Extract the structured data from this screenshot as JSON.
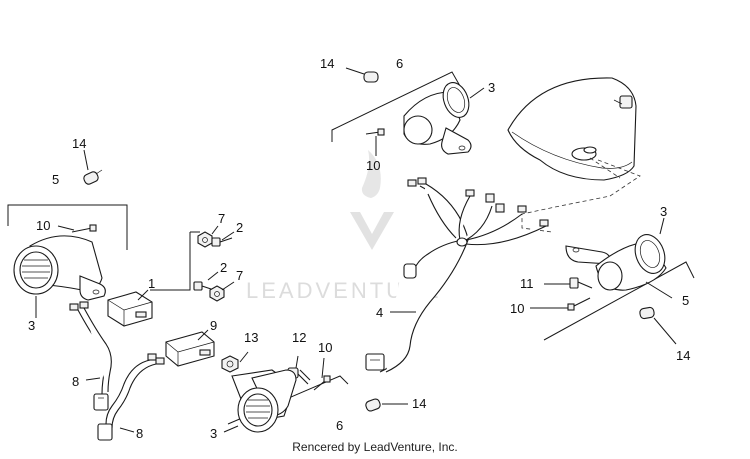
{
  "watermark": {
    "text": "LEADVENTURE"
  },
  "credit": "Rencered by LeadVenture, Inc.",
  "callouts": {
    "c14_left": "14",
    "c5_left": "5",
    "c10_left": "10",
    "c3_left": "3",
    "c7_a": "7",
    "c2_a": "2",
    "c1": "1",
    "c2_b": "2",
    "c7_b": "7",
    "c8_a": "8",
    "c8_b": "8",
    "c9": "9",
    "c13": "13",
    "c12": "12",
    "c10_mid": "10",
    "c3_bottom": "3",
    "c6_bottom": "6",
    "c14_bottom": "14",
    "c14_top": "14",
    "c6_top": "6",
    "c3_top": "3",
    "c10_top": "10",
    "c4": "4",
    "c3_right": "3",
    "c11": "11",
    "c10_right": "10",
    "c5_right": "5",
    "c14_right": "14"
  }
}
